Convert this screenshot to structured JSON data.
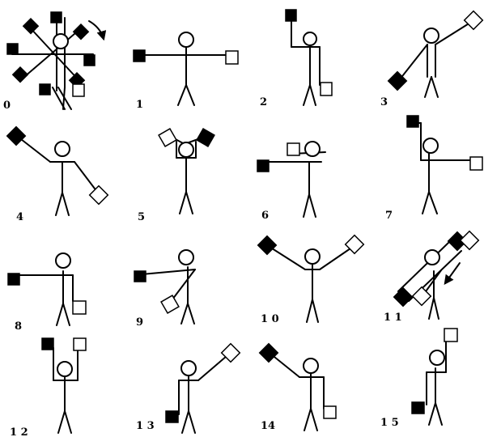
{
  "diagram": {
    "labels": [
      "0",
      "1",
      "2",
      "3",
      "4",
      "5",
      "6",
      "7",
      "8",
      "9",
      "1 0",
      "1 1",
      "1 2",
      "1 3",
      "14",
      "1 5"
    ]
  }
}
